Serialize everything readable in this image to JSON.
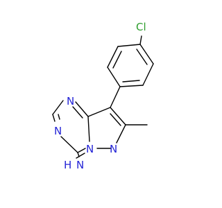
{
  "molecule": {
    "atoms": {
      "cl": "Cl",
      "n_pyrazole": "N",
      "n_bridge": "N",
      "n_triazine_right": "N",
      "n_triazine_left": "N",
      "nh2_n": "N",
      "nh2_h": "H"
    }
  },
  "colors": {
    "bond": "#000000",
    "chlorine": "#2e9e2e",
    "nitrogen": "#2323d6"
  }
}
